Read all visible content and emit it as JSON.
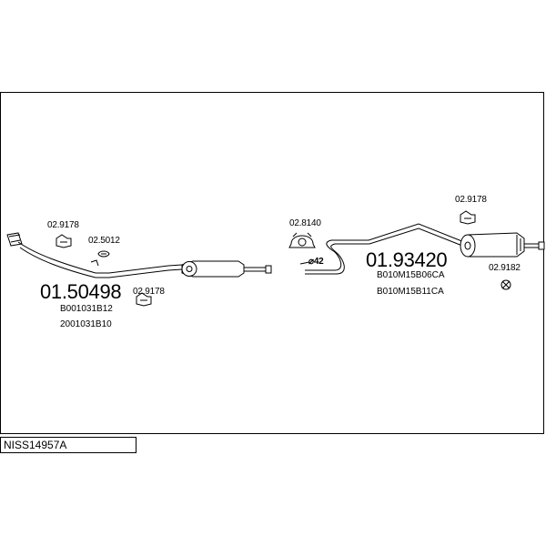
{
  "code": "NISS14957A",
  "labels": {
    "front_clamp": "02.9178",
    "gasket": "02.5012",
    "front_pipe_number": "01.50498",
    "front_pipe_oe_1": "B001031B12",
    "front_pipe_oe_2": "2001031B10",
    "mid_clamp": "02.9178",
    "rear_bracket": "02.8140",
    "diameter": "⌀42",
    "rear_clamp": "02.9178",
    "rear_box_number": "01.93420",
    "rear_box_oe_1": "B010M15B06CA",
    "rear_box_oe_2": "B010M15B11CA",
    "rubber_mount": "02.9182"
  },
  "colors": {
    "line": "#000000",
    "background": "#ffffff",
    "pipe_fill": "#e6e6e6"
  }
}
